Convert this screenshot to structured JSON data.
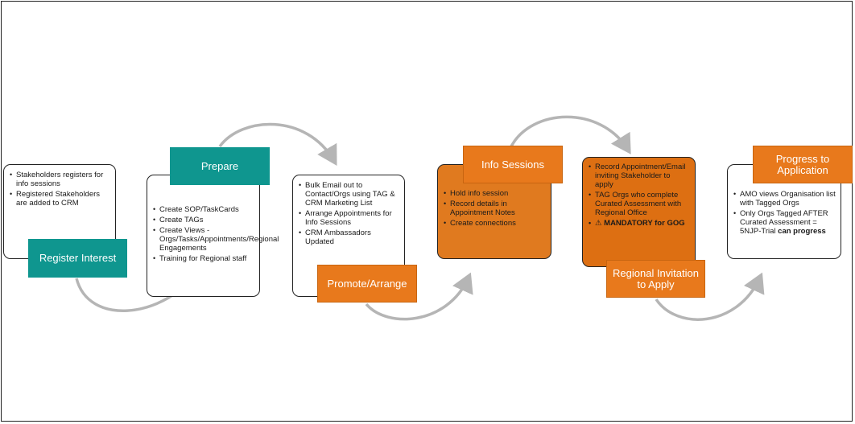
{
  "stages": [
    {
      "title": "Register Interest",
      "bullets": [
        "Stakeholders registers for info sessions",
        "Registered Stakeholders are added to CRM"
      ]
    },
    {
      "title": "Prepare",
      "bullets": [
        "Create SOP/TaskCards",
        "Create TAGs",
        "Create Views - Orgs/Tasks/Appointments/Regional Engagements",
        "Training for Regional staff"
      ]
    },
    {
      "title": "Promote/Arrange",
      "bullets": [
        "Bulk Email out to Contact/Orgs using TAG & CRM Marketing List",
        "Arrange Appointments for Info Sessions",
        "CRM Ambassadors Updated"
      ]
    },
    {
      "title": "Info Sessions",
      "bullets": [
        "Hold info session",
        "Record details in Appointment Notes",
        "Create connections"
      ]
    },
    {
      "title": "Regional Invitation to Apply",
      "bullets": [
        "Record Appointment/Email inviting Stakeholder to apply",
        "TAG Orgs who complete Curated Assessment with Regional Office"
      ],
      "mandatory": "⚠ MANDATORY  for GOG"
    },
    {
      "title": "Progress to Application",
      "bullets": [
        "AMO views Organisation list with Tagged Orgs"
      ],
      "last_bullet_text": "Only Orgs Tagged AFTER Curated Assessment = 5NJP-Trial",
      "last_bullet_bold": "can progress"
    }
  ],
  "colors": {
    "teal": "#0f968f",
    "orange": "#e8791c",
    "orange_box": "#e07a1f",
    "orange_box_dark": "#dd6f12",
    "arrow": "#b5b5b5"
  }
}
